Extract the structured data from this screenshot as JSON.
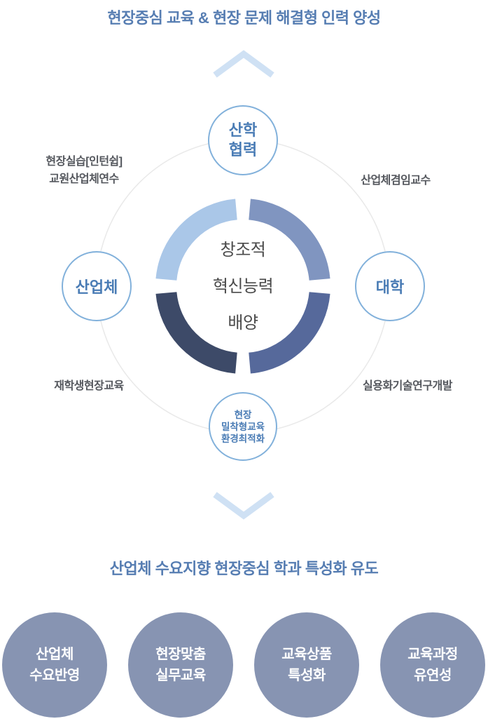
{
  "colors": {
    "title_blue": "#567db2",
    "chevron_blue": "#cfe1f4",
    "node_border": "#82b1db",
    "node_text": "#4a7cb5",
    "ring_top_left": "#aac7e8",
    "ring_top_right": "#8095c0",
    "ring_bottom_right": "#56699b",
    "ring_bottom_left": "#3d4a68",
    "orbit_gray": "#e9e9e9",
    "label_gray": "#55585e",
    "center_text_gray": "#4b4b4b",
    "feature_circle_fill": "#8794b2",
    "feature_circle_text": "#ffffff"
  },
  "header": {
    "title": "현장중심 교육 & 현장 문제 해결형 인력 양성"
  },
  "diagram": {
    "center_text": "창조적\n혁신능력\n배양",
    "nodes": {
      "top": "산학\n협력",
      "left": "산업체",
      "right": "대학",
      "bottom": "현장\n밀착형교육\n환경최적화"
    },
    "labels": {
      "top_left": "현장실습[인턴쉽]\n교원산업체연수",
      "top_right": "산업체겸임교수",
      "bottom_left": "재학생현장교육",
      "bottom_right": "실용화기술연구개발"
    }
  },
  "footer": {
    "title": "산업체 수요지향 현장중심 학과 특성화 유도",
    "circles": [
      {
        "label": "산업체\n수요반영"
      },
      {
        "label": "현장맞춤\n실무교육"
      },
      {
        "label": "교육상품\n특성화"
      },
      {
        "label": "교육과정\n유연성"
      }
    ]
  }
}
